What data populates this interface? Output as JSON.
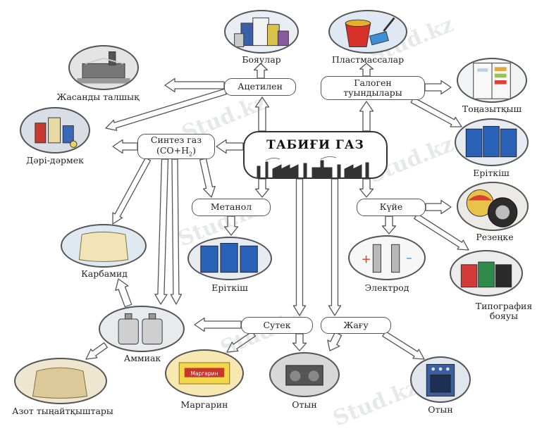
{
  "hub": {
    "title": "ТАБИҒИ ГАЗ"
  },
  "nodes": {
    "acetylene": "Ацетилен",
    "halogen_line1": "Галоген",
    "halogen_line2": "туындылары",
    "syngas_line1": "Синтез газ",
    "syngas_line2": "(CO+H",
    "syngas_sub": "2",
    "syngas_close": ")",
    "methanol": "Метанол",
    "soot": "Күйе",
    "hydrogen": "Сутек",
    "combustion": "Жағу"
  },
  "products": {
    "paints": "Бояулар",
    "plastics": "Пластмассалар",
    "artificial_fiber": "Жасанды талшық",
    "refrigerator": "Тоңазытқыш",
    "medicines": "Дәрі-дәрмек",
    "solvent_right": "Еріткіш",
    "rubber": "Резеңке",
    "solvent_center": "Еріткіш",
    "urea": "Карбамид",
    "electrode": "Электрод",
    "printing_ink_line1": "Типография",
    "printing_ink_line2": "бояуы",
    "ammonia": "Аммиак",
    "nitrogen_fertilizers": "Азот тыңайтқыштары",
    "margarine": "Маргарин",
    "fuel_center": "Отын",
    "fuel_right": "Отын",
    "margarine_pack_text": "Маргарин"
  },
  "watermark": {
    "text": "Stud.kz"
  },
  "colors": {
    "barrel": "#2a62b8",
    "outline": "#555555",
    "arrow_fill": "#ffffff"
  }
}
